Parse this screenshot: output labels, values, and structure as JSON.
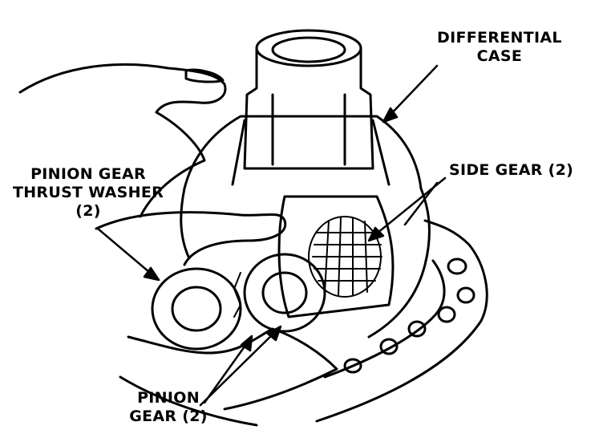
{
  "labels": {
    "differential_case": [
      "DIFFERENTIAL",
      "CASE"
    ],
    "side_gear": "SIDE GEAR (2)",
    "pinion_thrust_washer": [
      "PINION GEAR",
      "THRUST WASHER",
      "(2)"
    ],
    "pinion_gear": [
      "PINION",
      "GEAR (2)"
    ]
  },
  "colors": {
    "ink": "#000000",
    "paper": "#ffffff"
  }
}
